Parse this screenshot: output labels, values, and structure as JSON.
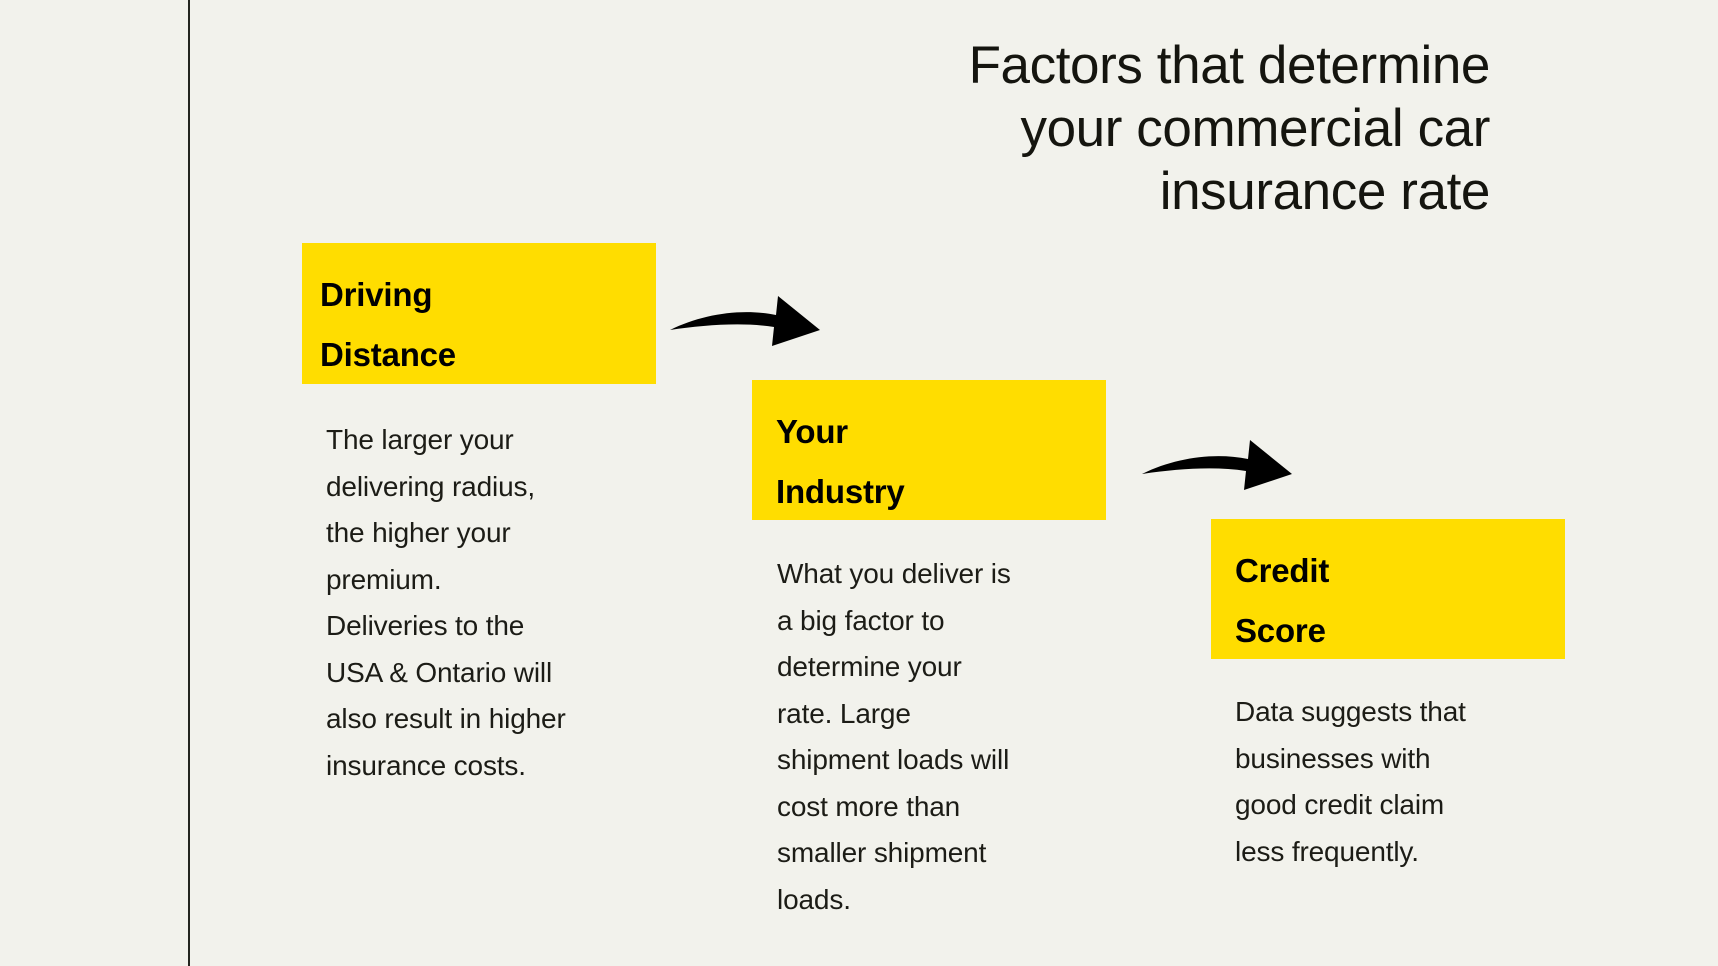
{
  "slide": {
    "background_color": "#F2F2EC",
    "accent_color": "#FFDD00",
    "text_color": "#15150F",
    "title": "Factors that determine\nyour commercial car\ninsurance rate"
  },
  "columns": [
    {
      "id": "driving-distance",
      "heading": "Driving\nDistance",
      "body": "The larger your\ndelivering radius,\nthe higher your\npremium.\nDeliveries to the\nUSA & Ontario will\nalso result in higher\ninsurance costs."
    },
    {
      "id": "your-industry",
      "heading": "Your\nIndustry",
      "body": "What you deliver is\na big factor to\ndetermine your\nrate.  Large\nshipment loads will\ncost more than\nsmaller shipment\nloads."
    },
    {
      "id": "credit-score",
      "heading": "Credit\nScore",
      "body": "Data suggests that\nbusinesses with\ngood credit claim\nless frequently."
    }
  ],
  "arrows": [
    {
      "id": "arrow-driving-to-industry",
      "from": "driving-distance",
      "to": "your-industry"
    },
    {
      "id": "arrow-industry-to-credit",
      "from": "your-industry",
      "to": "credit-score"
    }
  ]
}
